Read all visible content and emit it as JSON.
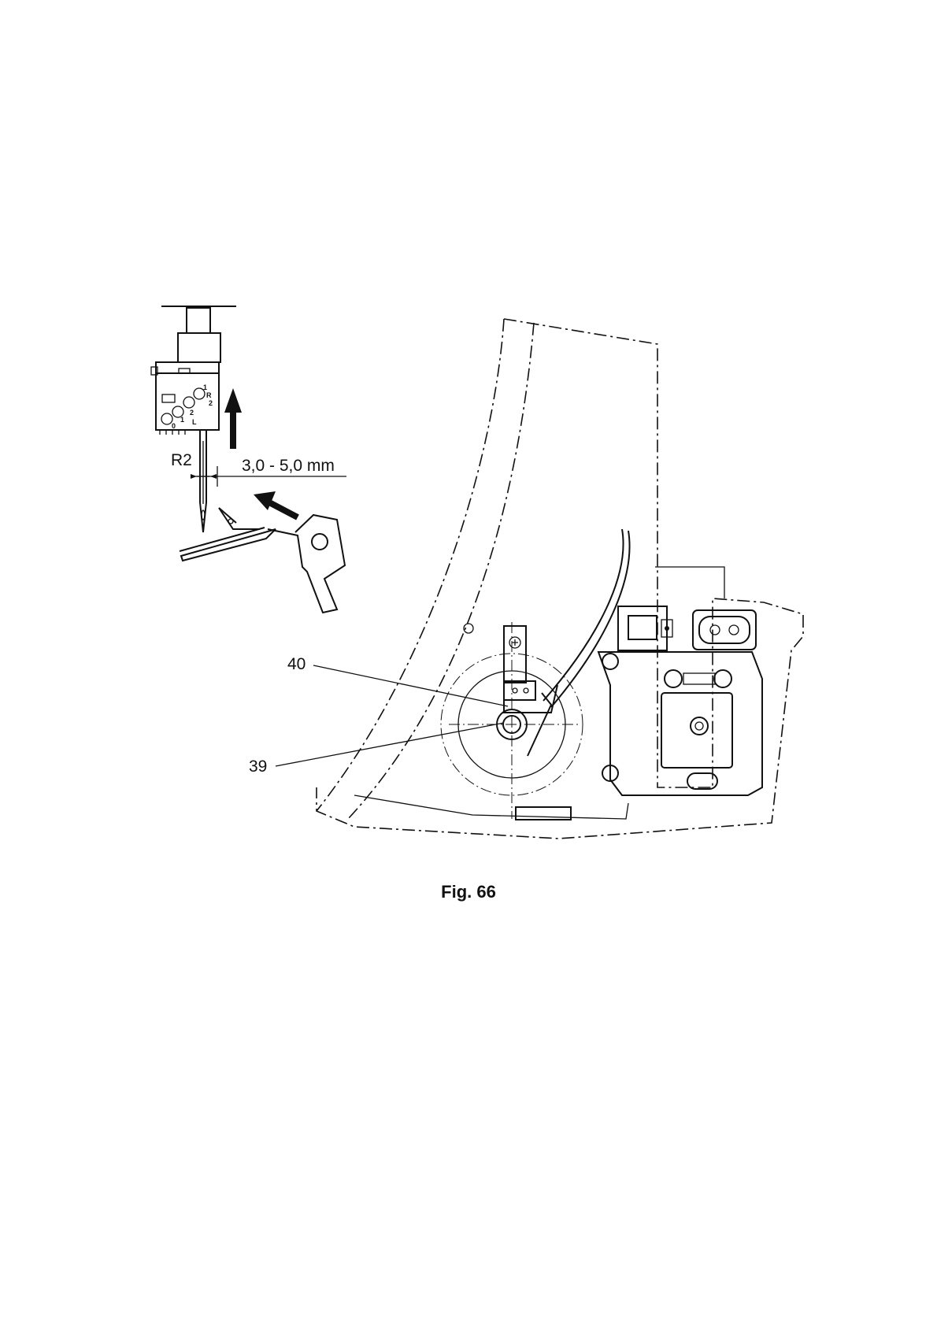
{
  "labels": {
    "needle_position": "R2",
    "distance": "3,0 - 5,0 mm",
    "part_40": "40",
    "part_39": "39"
  },
  "caption": "Fig. 66",
  "dial_marks": {
    "m1": "1",
    "mR": "R",
    "m2a": "2",
    "m2b": "2",
    "m1b": "1",
    "m0": "0",
    "mL": "L"
  }
}
